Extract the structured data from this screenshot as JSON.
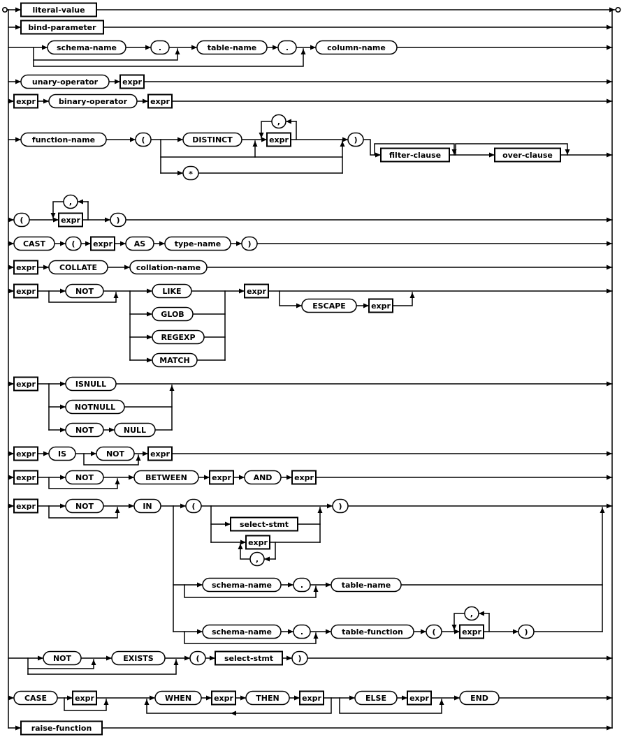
{
  "diagram": {
    "type": "railroad-syntax-diagram",
    "rule": "expression alternatives",
    "alternatives": [
      "literal-value",
      "bind-parameter",
      "[[schema-name .] table-name .] column-name",
      "unary-operator expr",
      "expr binary-operator expr",
      "function-name ( [DISTINCT] expr [, expr]* | * | ) [filter-clause] [over-clause]",
      "( expr [, expr]* )",
      "CAST ( expr AS type-name )",
      "expr COLLATE collation-name",
      "expr [NOT] LIKE|GLOB|REGEXP|MATCH expr [ESCAPE expr]",
      "expr ISNULL | NOTNULL | NOT NULL",
      "expr IS [NOT] expr",
      "expr [NOT] BETWEEN expr AND expr",
      "expr [NOT] IN ( [select-stmt | expr [, expr]*] ) | [schema-name .] table-name | [schema-name .] table-function ( expr [, expr]* )",
      "[[NOT] EXISTS] ( select-stmt )",
      "CASE [expr] (WHEN expr THEN expr)+ [ELSE expr] END",
      "raise-function"
    ]
  },
  "colors": {
    "stroke": "#000000",
    "background": "#ffffff"
  },
  "labels": {
    "literal_value": "literal-value",
    "bind_parameter": "bind-parameter",
    "schema_name": "schema-name",
    "table_name": "table-name",
    "column_name": "column-name",
    "unary_operator": "unary-operator",
    "binary_operator": "binary-operator",
    "function_name": "function-name",
    "expr": "expr",
    "lparen": "(",
    "rparen": ")",
    "comma": ",",
    "dot": ".",
    "star": "*",
    "distinct": "DISTINCT",
    "filter_clause": "filter-clause",
    "over_clause": "over-clause",
    "cast": "CAST",
    "as": "AS",
    "type_name": "type-name",
    "collate": "COLLATE",
    "collation_name": "collation-name",
    "not": "NOT",
    "like": "LIKE",
    "glob": "GLOB",
    "regexp": "REGEXP",
    "match": "MATCH",
    "escape": "ESCAPE",
    "isnull": "ISNULL",
    "notnull": "NOTNULL",
    "null": "NULL",
    "is": "IS",
    "between": "BETWEEN",
    "and": "AND",
    "in": "IN",
    "select_stmt": "select-stmt",
    "table_function": "table-function",
    "exists": "EXISTS",
    "case": "CASE",
    "when": "WHEN",
    "then": "THEN",
    "else": "ELSE",
    "end": "END",
    "raise_function": "raise-function"
  }
}
